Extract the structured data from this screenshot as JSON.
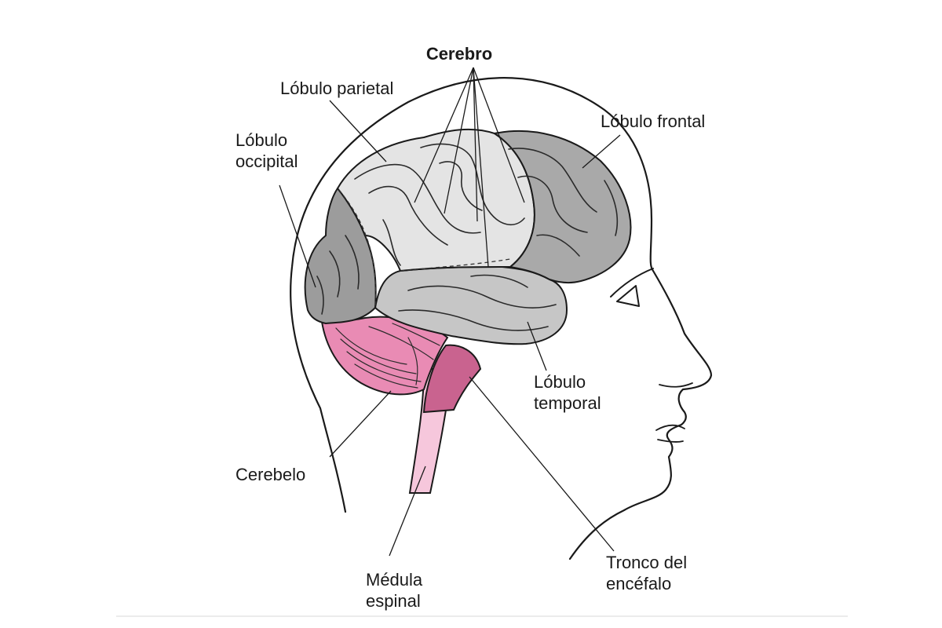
{
  "labels": {
    "cerebro": "Cerebro",
    "lobulo_parietal": "Lóbulo parietal",
    "lobulo_frontal": "Lóbulo frontal",
    "lobulo_occipital": [
      "Lóbulo",
      "occipital"
    ],
    "lobulo_temporal": [
      "Lóbulo",
      "temporal"
    ],
    "cerebelo": "Cerebelo",
    "medula_espinal": [
      "Médula",
      "espinal"
    ],
    "tronco_encefalo": [
      "Tronco del",
      "encéfalo"
    ]
  },
  "colors": {
    "frontal_lobe": "#a9a9a9",
    "parietal_lobe": "#e4e4e4",
    "temporal_lobe": "#c6c6c6",
    "occipital_lobe": "#9c9c9c",
    "cerebellum": "#e98bb4",
    "brainstem": "#c9638f",
    "spinal_cord": "#f6c7dc",
    "outline": "#1a1a1a"
  }
}
